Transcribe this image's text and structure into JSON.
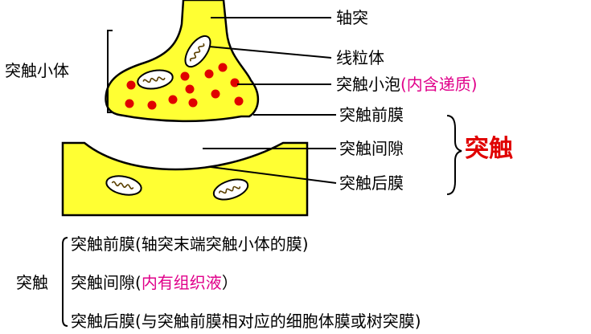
{
  "colors": {
    "cell_fill": "#ffff33",
    "vesicle": "#e00000",
    "highlight_text": "#e0008a",
    "title_red": "#e00000"
  },
  "icons": {
    "mitochondrion": "mitochondrion-icon",
    "vesicle": "synaptic-vesicle-icon"
  },
  "diagram": {
    "left_label": "突触小体",
    "labels": {
      "axon": "轴突",
      "mitochondria": "线粒体",
      "vesicle_main": "突触小泡",
      "vesicle_paren": "(内含递质)",
      "presynaptic": "突触前膜",
      "cleft": "突触间隙",
      "postsynaptic": "突触后膜"
    },
    "brace_title": "突触"
  },
  "definition": {
    "term": "突触",
    "items": [
      {
        "text": "突触前膜(轴突末端突触小体的膜)",
        "highlight": ""
      },
      {
        "text": "突触间隙(",
        "highlight": "内有组织液",
        "tail": "）"
      },
      {
        "text": "突触后膜(与突触前膜相对应的细胞体膜或树突膜)",
        "highlight": ""
      }
    ]
  }
}
